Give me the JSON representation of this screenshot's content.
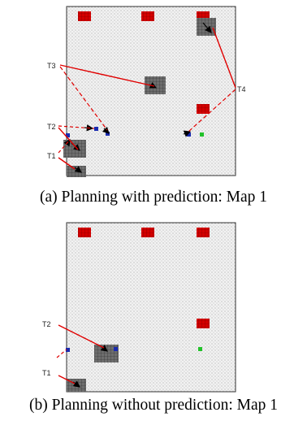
{
  "figure": {
    "panels": [
      {
        "caption": "(a) Planning with prediction: Map 1",
        "labels": {
          "t1": "T1",
          "t2": "T2",
          "t3": "T3",
          "t4": "T4"
        }
      },
      {
        "caption": "(b) Planning without prediction: Map 1",
        "labels": {
          "t1": "T1",
          "t2": "T2"
        }
      }
    ],
    "legend_colors": {
      "obstacle_region": "#d40000",
      "predicted_region": "#6e6e6e",
      "robot": "#1a2bb0",
      "goal": "#22c22a",
      "arrow": "#e00000",
      "map_background": "#efefef"
    }
  }
}
